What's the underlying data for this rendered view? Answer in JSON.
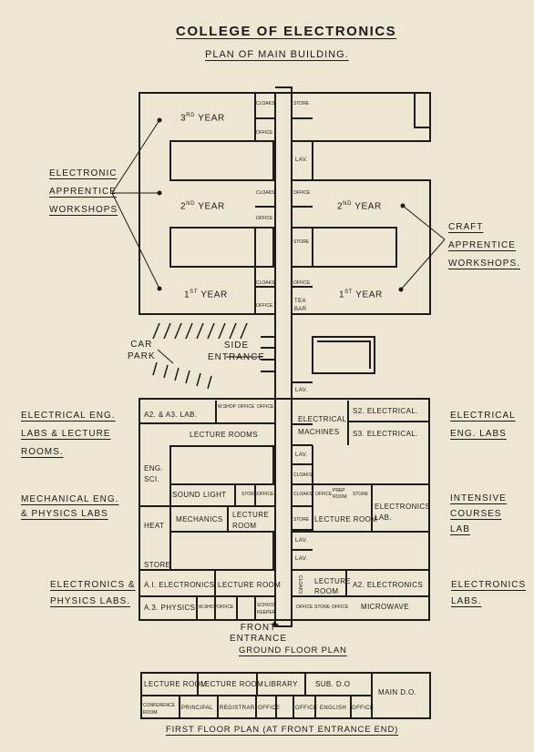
{
  "header": {
    "title": "COLLEGE OF ELECTRONICS",
    "subtitle": "PLAN OF MAIN BUILDING."
  },
  "side_labels": {
    "electronic_apprentice": [
      "ELECTRONIC",
      "APPRENTICE",
      "WORKSHOPS"
    ],
    "craft_apprentice": [
      "CRAFT",
      "APPRENTICE",
      "WORKSHOPS."
    ],
    "car_park": [
      "CAR",
      "PARK"
    ],
    "side_entrance": [
      "SIDE",
      "ENTRANCE"
    ],
    "electrical_labs_left": [
      "ELECTRICAL ENG.",
      "LABS & LECTURE",
      "ROOMS."
    ],
    "electrical_labs_right": [
      "ELECTRICAL",
      "ENG. LABS"
    ],
    "mechanical_labs": [
      "MECHANICAL ENG.",
      "& PHYSICS LABS"
    ],
    "intensive_courses": [
      "INTENSIVE",
      "COURSES",
      "LAB"
    ],
    "electronics_physics": [
      "ELECTRONICS &",
      "PHYSICS LABS."
    ],
    "electronics_labs": [
      "ELECTRONICS",
      "LABS."
    ],
    "front_entrance": [
      "FRONT",
      "ENTRANCE"
    ]
  },
  "years": {
    "third": {
      "num": "3",
      "sup": "RD",
      "word": "YEAR"
    },
    "second_left": {
      "num": "2",
      "sup": "ND",
      "word": "YEAR"
    },
    "second_right": {
      "num": "2",
      "sup": "ND",
      "word": "YEAR"
    },
    "first_left": {
      "num": "1",
      "sup": "ST",
      "word": "YEAR"
    },
    "first_right": {
      "num": "1",
      "sup": "ST",
      "word": "YEAR"
    }
  },
  "corridor_rooms": {
    "store": "STORE",
    "cloaks": "CLOAKS",
    "office": "OFFICE",
    "lav": "LAV.",
    "tea": "TEA",
    "bar": "BAR",
    "prep": "PREP",
    "room": "ROOM"
  },
  "ground_rooms": {
    "a2_a3_lab": "A2. & A3. LAB.",
    "w_shop": "W.SHOP",
    "lecture_rooms": "LECTURE ROOMS",
    "electrical_machines": [
      "ELECTRICAL",
      "MACHINES"
    ],
    "s2_electrical": "S2. ELECTRICAL.",
    "s3_electrical": "S3. ELECTRICAL.",
    "eng_sci": [
      "ENG.",
      "SCI."
    ],
    "sound": "SOUND",
    "light": "LIGHT",
    "electronics_lab": [
      "ELECTRONICS",
      "LAB."
    ],
    "heat": "HEAT",
    "mechanics": "MECHANICS",
    "lecture_room_2": [
      "LECTURE",
      "ROOM"
    ],
    "lecture_room": "LECTURE ROOM",
    "a1_electronics": "A.I. ELECTRONICS",
    "lecture_room_split": [
      "LECTURE",
      "ROOM"
    ],
    "a2_electronics": "A2. ELECTRONICS",
    "a3_physics": "A.3. PHYSICS",
    "school_keeper": [
      "SCHOOL",
      "KEEPER"
    ],
    "microwave": "MICROWAVE",
    "ground_plan_caption": "GROUND FLOOR PLAN"
  },
  "first_floor": {
    "lecture_room_a": "LECTURE ROOM",
    "lecture_room_b": "LECTURE ROOM",
    "library": "LIBRARY",
    "sub_do": "SUB. D.O",
    "main_do": "MAIN D.O.",
    "conference": [
      "CONFERENCE",
      "ROOM"
    ],
    "principal": "PRINCIPAL",
    "registrar": "REGISTRAR",
    "office": "OFFICE",
    "english": "ENGLISH",
    "caption": "FIRST FLOOR PLAN (AT FRONT ENTRANCE END)"
  }
}
